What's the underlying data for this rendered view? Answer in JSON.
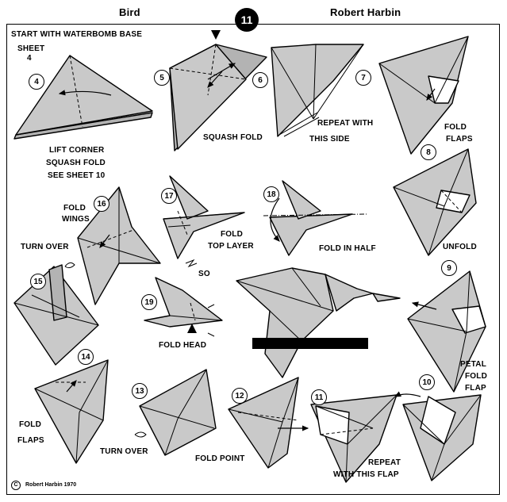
{
  "header": {
    "title": "Bird",
    "page_number": "11",
    "author": "Robert Harbin"
  },
  "intro": {
    "start": "START WITH WATERBOMB BASE",
    "sheet_line1": "SHEET",
    "sheet_line2": "4"
  },
  "steps": {
    "s4": "4",
    "s5": "5",
    "s6": "6",
    "s7": "7",
    "s8": "8",
    "s9": "9",
    "s10": "10",
    "s11": "11",
    "s12": "12",
    "s13": "13",
    "s14": "14",
    "s15": "15",
    "s16": "16",
    "s17": "17",
    "s18": "18",
    "s19": "19"
  },
  "labels": {
    "lift_corner": "LIFT CORNER",
    "squash_fold_1": "SQUASH FOLD",
    "see_sheet": "SEE   SHEET 10",
    "squash_fold_2": "SQUASH FOLD",
    "repeat_with": "REPEAT  WITH",
    "this_side": "THIS SIDE",
    "fold": "FOLD",
    "flaps": "FLAPS",
    "fold_wings_1": "FOLD",
    "fold_wings_2": "WINGS",
    "turn_over_1": "TURN OVER",
    "fold_top_1": "FOLD",
    "fold_top_2": "TOP LAYER",
    "so": "SO",
    "fold_in_half": "FOLD IN HALF",
    "unfold": "UNFOLD",
    "fold_head": "FOLD   HEAD",
    "petal_1": "PETAL",
    "petal_2": "FOLD",
    "petal_3": "FLAP",
    "fold_flaps_1": "FOLD",
    "fold_flaps_2": "FLAPS",
    "turn_over_2": "TURN OVER",
    "fold_point": "FOLD POINT",
    "repeat_flap_1": "REPEAT",
    "repeat_flap_2": "WITH THIS FLAP"
  },
  "footer": {
    "copyright_symbol": "C",
    "copyright": "Robert Harbin 1970"
  },
  "colors": {
    "paper": "#c9c9c9",
    "ink": "#000000",
    "background": "#ffffff"
  }
}
